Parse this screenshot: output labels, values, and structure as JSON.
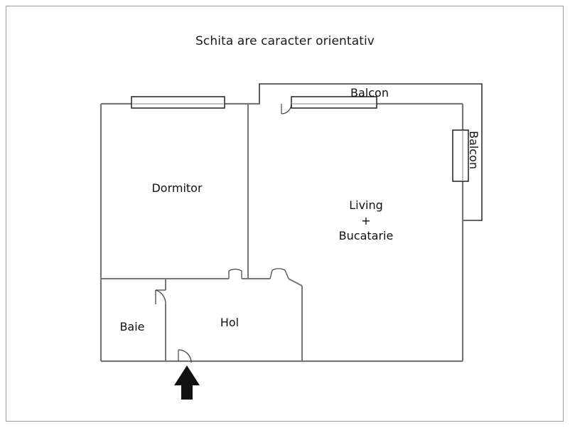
{
  "document": {
    "title": "Schita are caracter orientativ",
    "kind": "floor-plan"
  },
  "colors": {
    "frame_border": "#9b9b9b",
    "wall_stroke": "#777777",
    "thin_wall_stroke": "#333333",
    "window_stroke": "#111111",
    "arrow_fill": "#111111",
    "background": "#ffffff",
    "text": "#111111"
  },
  "rooms": [
    {
      "id": "dormitor",
      "label": "Dormitor"
    },
    {
      "id": "living_bucatarie",
      "label_line1": "Living",
      "label_line2": "+",
      "label_line3": "Bucatarie"
    },
    {
      "id": "baie",
      "label": "Baie"
    },
    {
      "id": "hol",
      "label": "Hol"
    },
    {
      "id": "balcon_top",
      "label": "Balcon"
    },
    {
      "id": "balcon_right",
      "label": "Balcon"
    }
  ],
  "features": {
    "entrance_marker": "entrance-arrow",
    "windows": [
      {
        "id": "window-dormitor",
        "orientation": "horizontal"
      },
      {
        "id": "window-balcon-top",
        "orientation": "horizontal"
      },
      {
        "id": "window-balcon-right",
        "orientation": "vertical"
      }
    ],
    "doors": [
      {
        "id": "door-balcon-top",
        "swing": "arc"
      },
      {
        "id": "door-baie",
        "swing": "arc"
      },
      {
        "id": "door-hol-dormitor",
        "swing": "arc"
      },
      {
        "id": "door-hol-living",
        "swing": "arc"
      },
      {
        "id": "door-entrance",
        "swing": "arc"
      }
    ]
  }
}
